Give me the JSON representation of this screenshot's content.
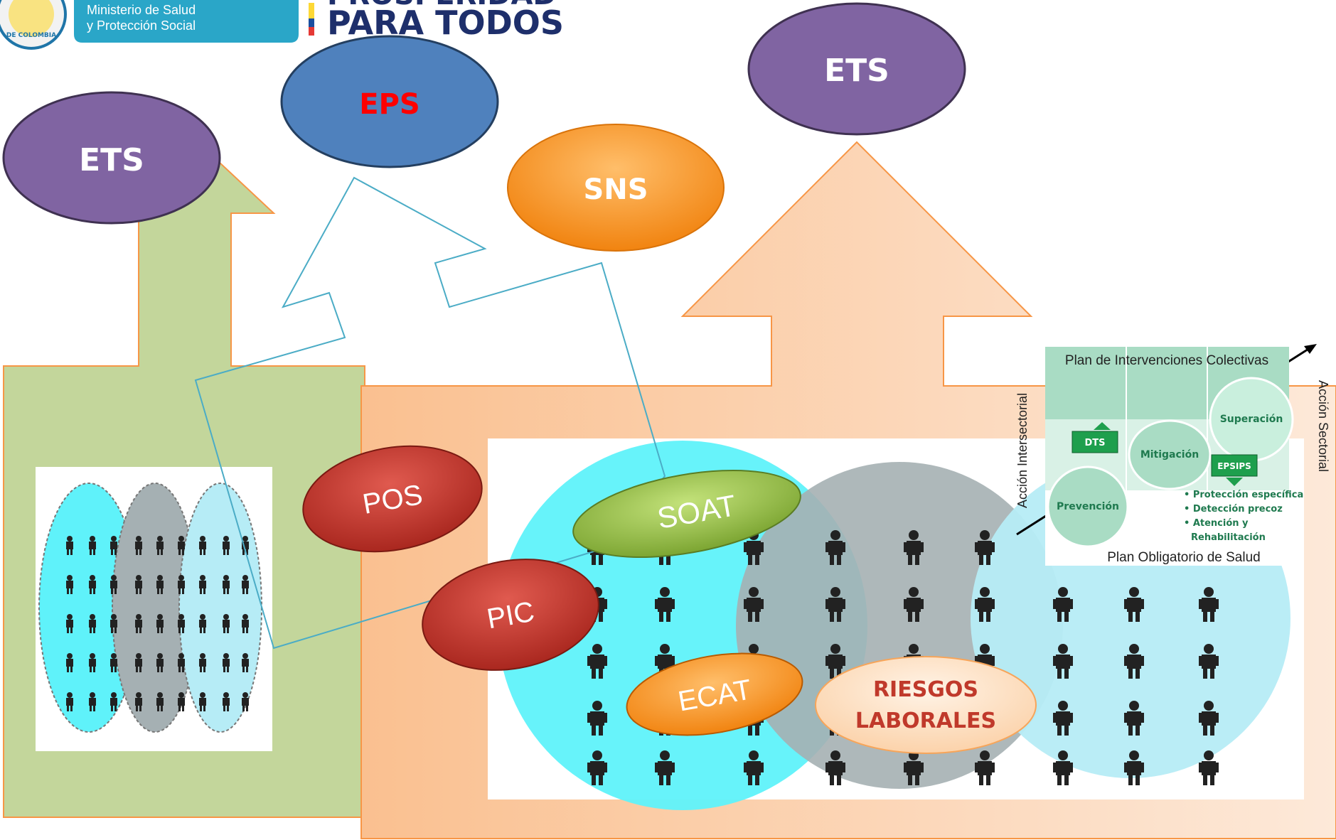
{
  "header": {
    "ministry_line1": "Ministerio de Salud",
    "ministry_line2": "y Protección Social",
    "seal_text": "DE COLOMBIA",
    "slogan_line1": "PROSPERIDAD",
    "slogan_line2": "PARA TODOS"
  },
  "ovals": {
    "ets_left": "ETS",
    "eps": "EPS",
    "sns": "SNS",
    "ets_right": "ETS",
    "pos": "POS",
    "pic": "PIC",
    "soat": "SOAT",
    "ecat": "ECAT",
    "riesgos_line1": "RIESGOS",
    "riesgos_line2": "LABORALES"
  },
  "inset": {
    "title_top": "Plan de Intervenciones Colectivas",
    "title_bottom": "Plan Obligatorio de Salud",
    "axis_left": "Acción Intersectorial",
    "axis_right": "Acción Sectorial",
    "superacion": "Superación",
    "mitigacion": "Mitigación",
    "prevencion": "Prevención",
    "dts": "DTS",
    "epsips": "EPSIPS",
    "bullet1": "• Protección específica",
    "bullet2": "• Detección precoz",
    "bullet3": "• Atención y",
    "bullet3b": "Rehabilitación"
  },
  "colors": {
    "green_arrow": "#c3d69b",
    "peach_arrow": "#fbd5b5",
    "ets_purple": "#8064a2",
    "eps_blue": "#4f81bd",
    "eps_text": "#ff0000",
    "sns_orange": "#f79646",
    "red_oval": "#c0392b",
    "soat_green": "#9bbb59",
    "cyan": "#5ff2fa",
    "grey": "#a5b0b3",
    "light_cyan": "#b6ecf6",
    "outline_teal": "#4bacc6"
  }
}
